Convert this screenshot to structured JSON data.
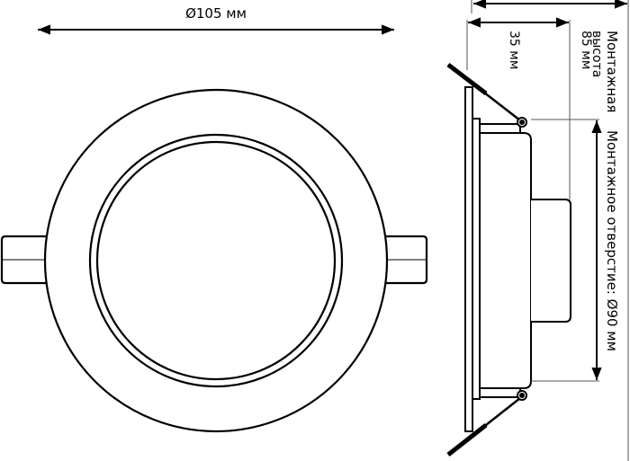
{
  "front_view": {
    "diameter_label": "Ø105 мм"
  },
  "side_view": {
    "depth_label": "35 мм",
    "height_label_line1": "Монтажная",
    "height_label_line2": "высота",
    "height_label_line3": "85 мм",
    "cutout_label": "Монтажное отверстие: Ø90 мм"
  },
  "colors": {
    "stroke": "#000000",
    "dimension": "#000000",
    "extension": "#555555"
  }
}
